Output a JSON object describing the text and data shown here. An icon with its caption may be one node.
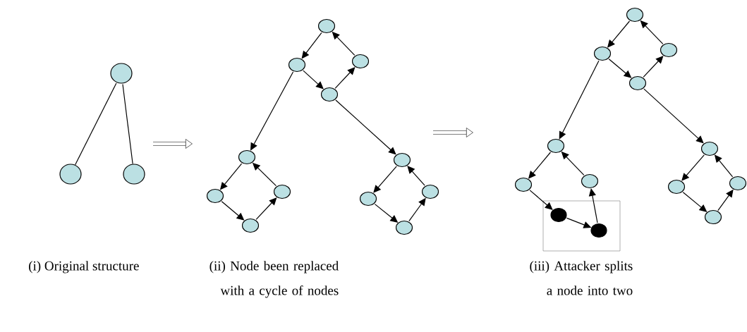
{
  "diagram": {
    "nodes": [
      {
        "text": [],
        "shape": "circle"
      },
      {
        "text": [],
        "shape": "circle"
      },
      {
        "text": [],
        "shape": "circle"
      },
      {
        "text": [],
        "shape": "circle"
      },
      {
        "text": [],
        "shape": "circle"
      },
      {
        "text": [],
        "shape": "circle"
      },
      {
        "text": [],
        "shape": "circle"
      },
      {
        "text": [],
        "shape": "circle"
      },
      {
        "text": [],
        "shape": "circle"
      },
      {
        "text": [],
        "shape": "circle"
      },
      {
        "text": [],
        "shape": "circle"
      },
      {
        "text": [],
        "shape": "circle"
      },
      {
        "text": [],
        "shape": "circle"
      },
      {
        "text": [],
        "shape": "circle"
      },
      {
        "text": [],
        "shape": "circle"
      },
      {
        "text": [],
        "shape": "circle"
      },
      {
        "text": [],
        "shape": "circle"
      },
      {
        "text": [],
        "shape": "circle"
      },
      {
        "text": [],
        "shape": "circle"
      },
      {
        "text": [],
        "shape": "circle"
      },
      {
        "text": [],
        "shape": "circle"
      },
      {
        "text": [],
        "shape": "circle"
      },
      {
        "text": [],
        "shape": "box"
      },
      {
        "text": [],
        "shape": "circle",
        "in": 22
      },
      {
        "text": [],
        "shape": "circle",
        "in": 22
      },
      {
        "text": [],
        "shape": "circle"
      },
      {
        "text": [],
        "shape": "circle"
      },
      {
        "text": [],
        "shape": "circle"
      },
      {
        "text": [],
        "shape": "circle"
      }
    ],
    "edges": [
      {
        "from": 0,
        "to": 1,
        "arrow": "none"
      },
      {
        "from": 0,
        "to": 2,
        "arrow": "none"
      },
      {
        "from": 3,
        "to": 4,
        "arrow": "to"
      },
      {
        "from": 4,
        "to": 5,
        "arrow": "to"
      },
      {
        "from": 5,
        "to": 6,
        "arrow": "to"
      },
      {
        "from": 6,
        "to": 3,
        "arrow": "to"
      },
      {
        "from": 4,
        "to": 7,
        "arrow": "to"
      },
      {
        "from": 5,
        "to": 11,
        "arrow": "to"
      },
      {
        "from": 7,
        "to": 8,
        "arrow": "to"
      },
      {
        "from": 8,
        "to": 9,
        "arrow": "to"
      },
      {
        "from": 9,
        "to": 10,
        "arrow": "to"
      },
      {
        "from": 10,
        "to": 7,
        "arrow": "to"
      },
      {
        "from": 11,
        "to": 12,
        "arrow": "to"
      },
      {
        "from": 12,
        "to": 13,
        "arrow": "to"
      },
      {
        "from": 13,
        "to": 14,
        "arrow": "to"
      },
      {
        "from": 14,
        "to": 11,
        "arrow": "to"
      },
      {
        "from": 15,
        "to": 16,
        "arrow": "to"
      },
      {
        "from": 16,
        "to": 17,
        "arrow": "to"
      },
      {
        "from": 17,
        "to": 18,
        "arrow": "to"
      },
      {
        "from": 18,
        "to": 15,
        "arrow": "to"
      },
      {
        "from": 16,
        "to": 19,
        "arrow": "to"
      },
      {
        "from": 17,
        "to": 25,
        "arrow": "to"
      },
      {
        "from": 19,
        "to": 20,
        "arrow": "to"
      },
      {
        "from": 20,
        "to": 23,
        "arrow": "to"
      },
      {
        "from": 23,
        "to": 24,
        "arrow": "to"
      },
      {
        "from": 24,
        "to": 21,
        "arrow": "to"
      },
      {
        "from": 21,
        "to": 19,
        "arrow": "to"
      },
      {
        "from": 25,
        "to": 26,
        "arrow": "to"
      },
      {
        "from": 26,
        "to": 27,
        "arrow": "to"
      },
      {
        "from": 27,
        "to": 28,
        "arrow": "to"
      },
      {
        "from": 28,
        "to": 25,
        "arrow": "to"
      }
    ],
    "labels": [
      "(i) Original structure",
      "(ii) Node been replaced with a cycle of nodes",
      "(iii) Attacker splits a node into two"
    ]
  }
}
